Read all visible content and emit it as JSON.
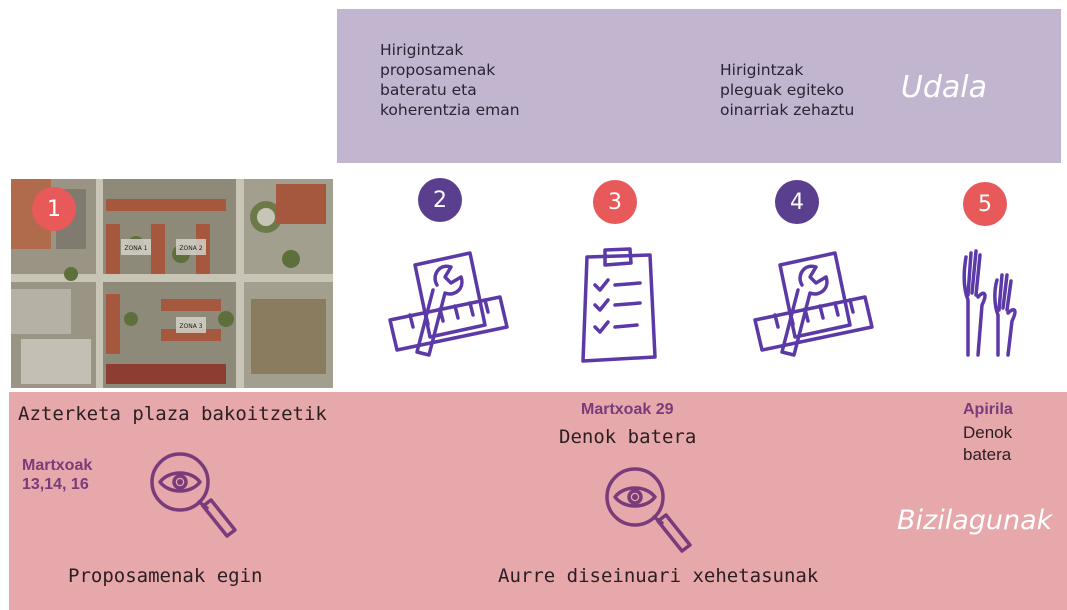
{
  "udala": {
    "label": "Udala",
    "text_left": "Hirigintzak\nproposamenak\nbateratu eta\nkoherentzia eman",
    "text_right": "Hirigintzak\npleguak egiteko\noinarriak zehaztu"
  },
  "steps": [
    {
      "number": "1",
      "color": "#e8595a"
    },
    {
      "number": "2",
      "color": "#5a3f8f"
    },
    {
      "number": "3",
      "color": "#e8595a"
    },
    {
      "number": "4",
      "color": "#5a3f8f"
    },
    {
      "number": "5",
      "color": "#e8595a"
    }
  ],
  "map": {
    "zones": [
      "ZONA 1",
      "ZONA 2",
      "ZONA 3"
    ]
  },
  "bizilagunak": {
    "label": "Bizilagunak",
    "azterketa_title": "Azterketa plaza bakoitzetik",
    "martxoak_dates": "Martxoak\n13,14, 16",
    "proposamenak": "Proposamenak egin",
    "martxoak_29": "Martxoak 29",
    "denok_batera": "Denok batera",
    "aurre": "Aurre diseinuari xehetasunak",
    "apirila": "Apirila",
    "apirila_text_1": "Denok",
    "apirila_text_2": "batera"
  },
  "colors": {
    "udala_band": "#c1b5cf",
    "bizilagunak_band": "#e6a8aa",
    "icon_purple": "#5b3aa8",
    "accent_red": "#e8595a",
    "accent_purple": "#5a3f8f",
    "label_purple": "#7a3b7a"
  }
}
